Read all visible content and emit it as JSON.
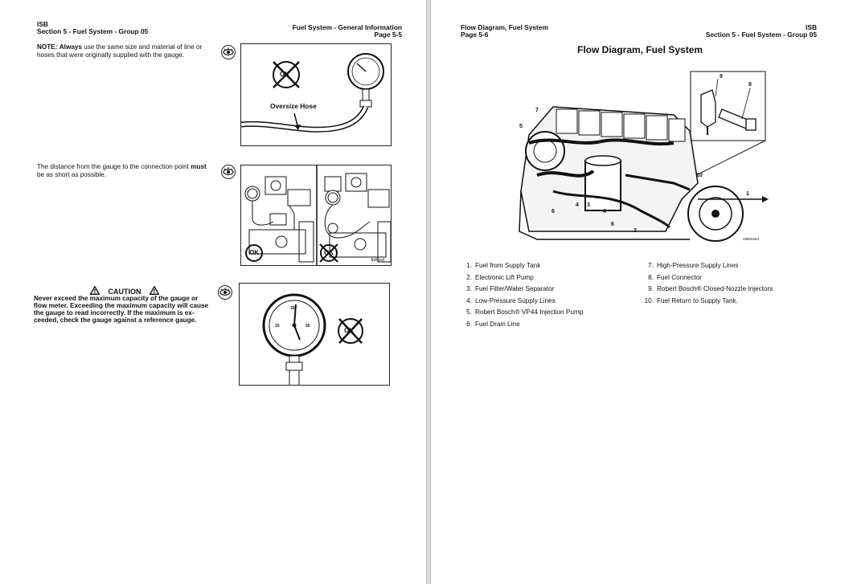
{
  "left_page": {
    "header": {
      "isb": "ISB",
      "section": "Section 5 - Fuel System - Group 05",
      "title": "Fuel System - General Information",
      "page": "Page 5-5"
    },
    "note": {
      "label": "NOTE:",
      "bold_word": "Always",
      "text_1": " use the same size and material of line or",
      "text_2": "hoses that were originally supplied with the gauge."
    },
    "figure1": {
      "label": "Oversize Hose",
      "mark": "OK"
    },
    "distance_text": {
      "text_1": "The distance from the gauge to the connection point ",
      "bold_word": "must",
      "text_2": "be as short as possible."
    },
    "figure2": {
      "mark_ok": "OK",
      "mark_bad": "OK",
      "code": "fp8bsd"
    },
    "caution": {
      "title": "CAUTION",
      "lines": [
        "Never exceed the maximum capacity of the gauge or",
        "flow meter. Exceeding the maximum capacity will cause",
        "the gauge to read incorrectly. If the maximum is ex-",
        "ceeded, check the gauge against a reference gauge."
      ]
    },
    "figure3": {
      "mark": "OK",
      "dial_top": "35",
      "dial_left": "15",
      "dial_right": "55"
    }
  },
  "right_page": {
    "header": {
      "title": "Flow Diagram, Fuel System",
      "page": "Page 5-6",
      "isb": "ISB",
      "section": "Section 5 - Fuel System - Group 05"
    },
    "main_title": "Flow Diagram, Fuel System",
    "diagram": {
      "callouts": [
        "1",
        "2",
        "3",
        "4",
        "4",
        "5",
        "6",
        "6",
        "7",
        "8",
        "9",
        "10"
      ],
      "code": "05800264"
    },
    "list_left": [
      {
        "num": "1.",
        "text": "Fuel from Supply Tank"
      },
      {
        "num": "2.",
        "text": "Electronic Lift Pump"
      },
      {
        "num": "3.",
        "text": "Fuel Filter/Water Separator"
      },
      {
        "num": "4.",
        "text": "Low-Pressure Supply Lines"
      },
      {
        "num": "5.",
        "text": "Robert Bosch® VP44 Injection Pump"
      },
      {
        "num": "6.",
        "text": "Fuel Drain Line"
      }
    ],
    "list_right": [
      {
        "num": "7.",
        "text": "High-Pressure Supply Lines"
      },
      {
        "num": "8.",
        "text": "Fuel Connector"
      },
      {
        "num": "9.",
        "text": "Robert Bosch® Closed-Nozzle Injectors"
      },
      {
        "num": "10.",
        "text": "Fuel Return to Supply Tank."
      }
    ]
  },
  "icons": {
    "eye": "eye-icon",
    "warning": "warning-triangle-icon"
  }
}
